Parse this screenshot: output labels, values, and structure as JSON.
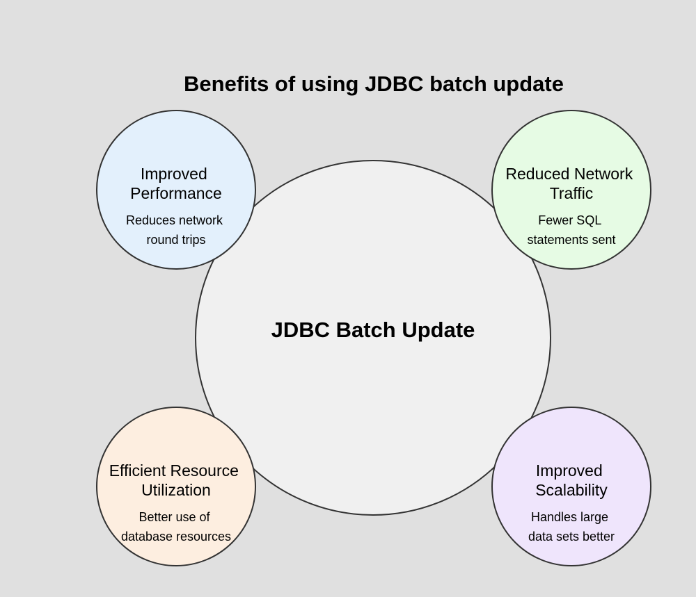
{
  "diagram": {
    "title": "Benefits of using JDBC batch update",
    "center": {
      "label": "JDBC Batch Update",
      "fill": "#f0f0f0"
    },
    "benefits": [
      {
        "title_lines": [
          "Improved",
          "Performance"
        ],
        "desc_lines": [
          "Reduces network",
          "round trips"
        ],
        "fill": "#e3f0fc"
      },
      {
        "title_lines": [
          "Reduced Network",
          "Traffic"
        ],
        "desc_lines": [
          "Fewer SQL",
          "statements sent"
        ],
        "fill": "#e6fbe4"
      },
      {
        "title_lines": [
          "Efficient Resource",
          "Utilization"
        ],
        "desc_lines": [
          "Better use of",
          "database resources"
        ],
        "fill": "#fdeee0"
      },
      {
        "title_lines": [
          "Improved",
          "Scalability"
        ],
        "desc_lines": [
          "Handles large",
          "data sets better"
        ],
        "fill": "#efe5fc"
      }
    ]
  }
}
